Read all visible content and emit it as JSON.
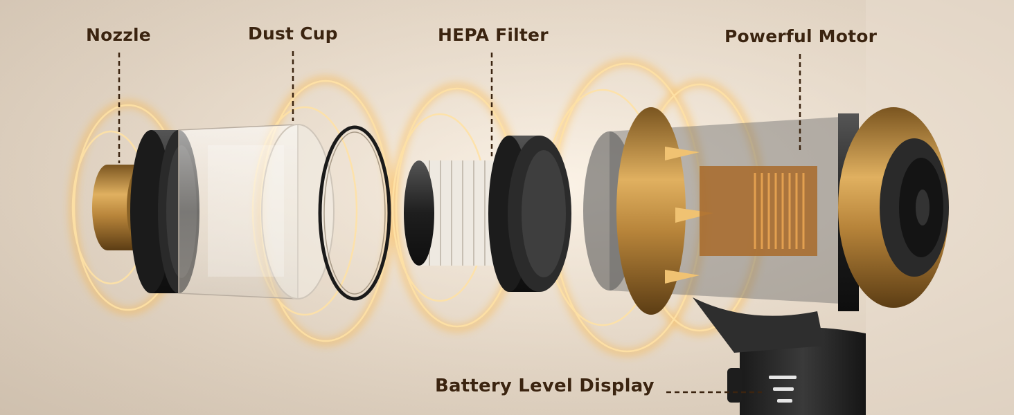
{
  "labels": {
    "nozzle": "Nozzle",
    "dust_cup": "Dust Cup",
    "hepa_filter": "HEPA Filter",
    "motor": "Powerful Motor",
    "battery": "Battery Level Display"
  },
  "colors": {
    "label_text": "#3b2410",
    "leader_line": "#3b2410",
    "glow": "#ffb02e",
    "gold": "#c9953f",
    "dark_body": "#2b2b2b"
  }
}
